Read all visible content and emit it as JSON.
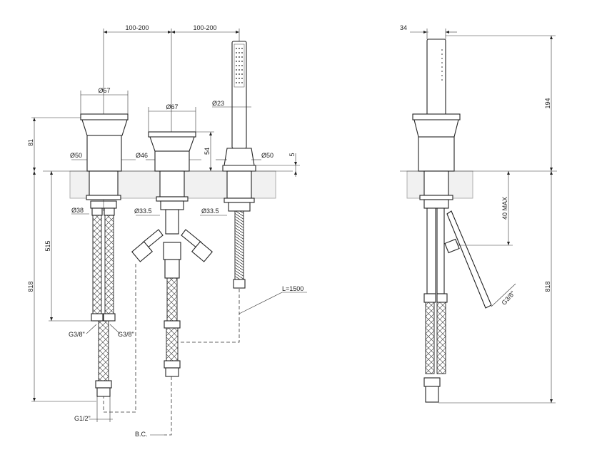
{
  "dims": {
    "spacing_left": "100-200",
    "spacing_right": "100-200",
    "dia67_left": "Ø67",
    "dia67_center": "Ø67",
    "dia23": "Ø23",
    "dia50_left": "Ø50",
    "dia46": "Ø46",
    "dia50_right": "Ø50",
    "dia38": "Ø38",
    "dia33_5_center": "Ø33.5",
    "dia33_5_right": "Ø33.5",
    "h81": "81",
    "h54": "54",
    "h5": "5",
    "h515": "515",
    "h818_left": "818",
    "g38_left": "G3/8\"",
    "g38_right": "G3/8\"",
    "g12": "G1/2\"",
    "bc": "B.C.",
    "hose_length": "L=1500",
    "side_34": "34",
    "side_194": "194",
    "side_40max": "40 MAX",
    "side_g38": "G3/8\"",
    "side_818": "818"
  }
}
